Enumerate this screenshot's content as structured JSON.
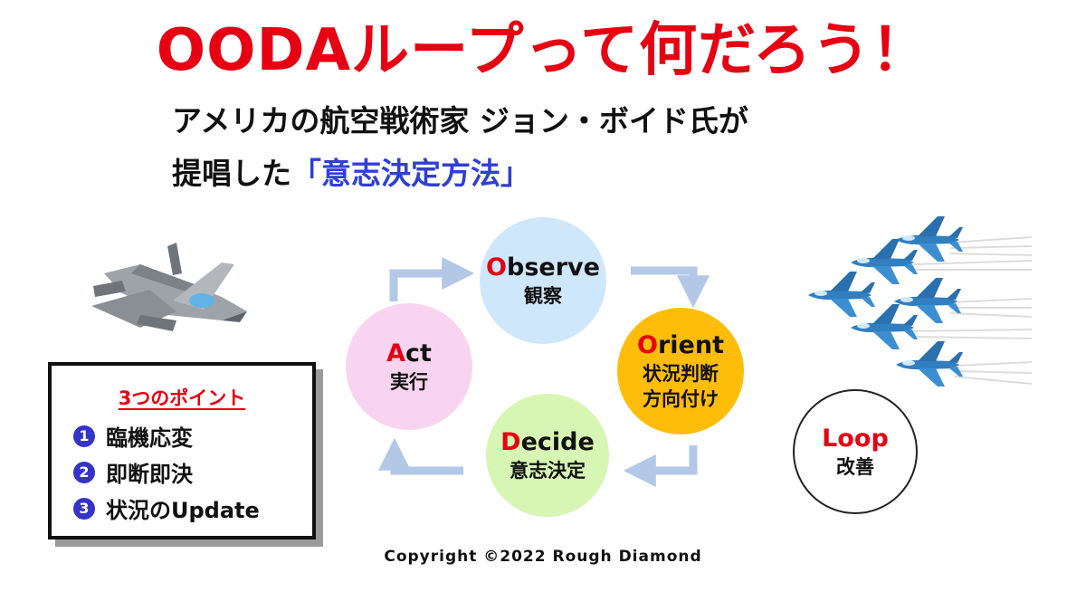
{
  "title": "OODAループって何だろう！",
  "subtitle": {
    "line1": "アメリカの航空戦術家 ジョン・ボイド氏が",
    "line2_prefix": "提唱した",
    "line2_highlight": "「意志決定方法」"
  },
  "cycle": {
    "observe": {
      "lead": "O",
      "rest": "bserve",
      "jp": "観察"
    },
    "orient": {
      "lead": "O",
      "rest": "rient",
      "jp1": "状況判断",
      "jp2": "方向付け"
    },
    "decide": {
      "lead": "D",
      "rest": "ecide",
      "jp": "意志決定"
    },
    "act": {
      "lead": "A",
      "rest": "ct",
      "jp": "実行"
    }
  },
  "loop": {
    "en": "Loop",
    "jp": "改善"
  },
  "points": {
    "title": "3つのポイント",
    "items": [
      {
        "num": "1",
        "label": "臨機応変"
      },
      {
        "num": "2",
        "label": "即断即決"
      },
      {
        "num": "3",
        "label": "状況のUpdate"
      }
    ]
  },
  "copyright": "Copyright ©2022 Rough Diamond",
  "colors": {
    "title": "#e60012",
    "highlight": "#2f3fd4",
    "arrow": "#b3c7e6",
    "observe": "#cfe7fb",
    "orient": "#ffbd0a",
    "decide": "#d8f6b3",
    "act": "#f9d4f0",
    "jet_blue": "#2f7fc1",
    "jet_gray": "#8a8f96"
  },
  "icons": [
    "fighter-jet-icon",
    "cycle-arrow-icon"
  ]
}
